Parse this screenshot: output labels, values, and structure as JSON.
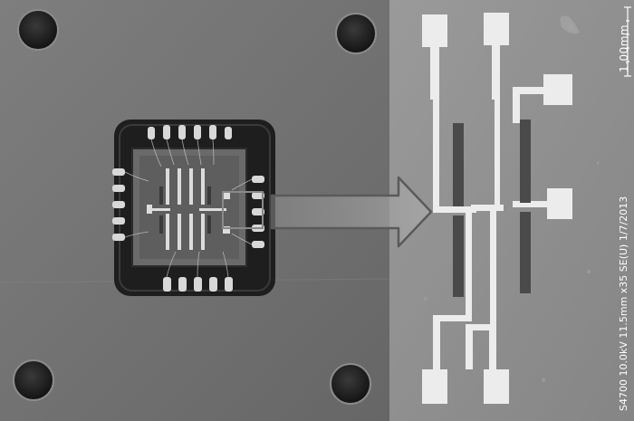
{
  "image": {
    "subject": "packaged microchip with SEM micrograph of electrode pattern",
    "sem_info": "S4700 10.0kV 11.5mm x35 SE(U) 1/7/2013",
    "scale_bar_label": "1.00mm"
  },
  "colors": {
    "board": "#727272",
    "sem_background": "#8c8c8c",
    "metal_pads": "#ececec",
    "dark_channel": "#4a4a4a",
    "package": "#202020"
  }
}
